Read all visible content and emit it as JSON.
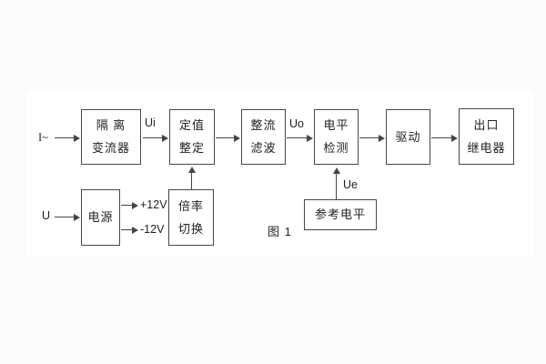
{
  "figure": {
    "caption": "图 1",
    "colors": {
      "line": "#454545",
      "border": "#474747",
      "text": "#222222",
      "paper": "#ffffff",
      "page": "#fcfcfc"
    }
  },
  "boxes": [
    {
      "name": "isolation-converter",
      "lines": [
        "隔 离",
        "变流器"
      ]
    },
    {
      "name": "setpoint-adjust",
      "lines": [
        "定值",
        "整定"
      ]
    },
    {
      "name": "rectify-filter",
      "lines": [
        "整流",
        "滤波"
      ]
    },
    {
      "name": "level-detect",
      "lines": [
        "电平",
        "检测"
      ]
    },
    {
      "name": "drive",
      "lines": [
        "驱动"
      ]
    },
    {
      "name": "output-relay",
      "lines": [
        "出口",
        "继电器"
      ]
    },
    {
      "name": "power-supply",
      "lines": [
        "电源"
      ]
    },
    {
      "name": "ratio-switch",
      "lines": [
        "倍率",
        "切换"
      ]
    },
    {
      "name": "reference-level",
      "lines": [
        "参考电平"
      ]
    }
  ],
  "signal_labels": {
    "input_current": "I~",
    "input_voltage": "U",
    "ui": "Ui",
    "uo": "Uo",
    "ue": "Ue",
    "plus_12v": "+12V",
    "minus_12v": "-12V"
  }
}
